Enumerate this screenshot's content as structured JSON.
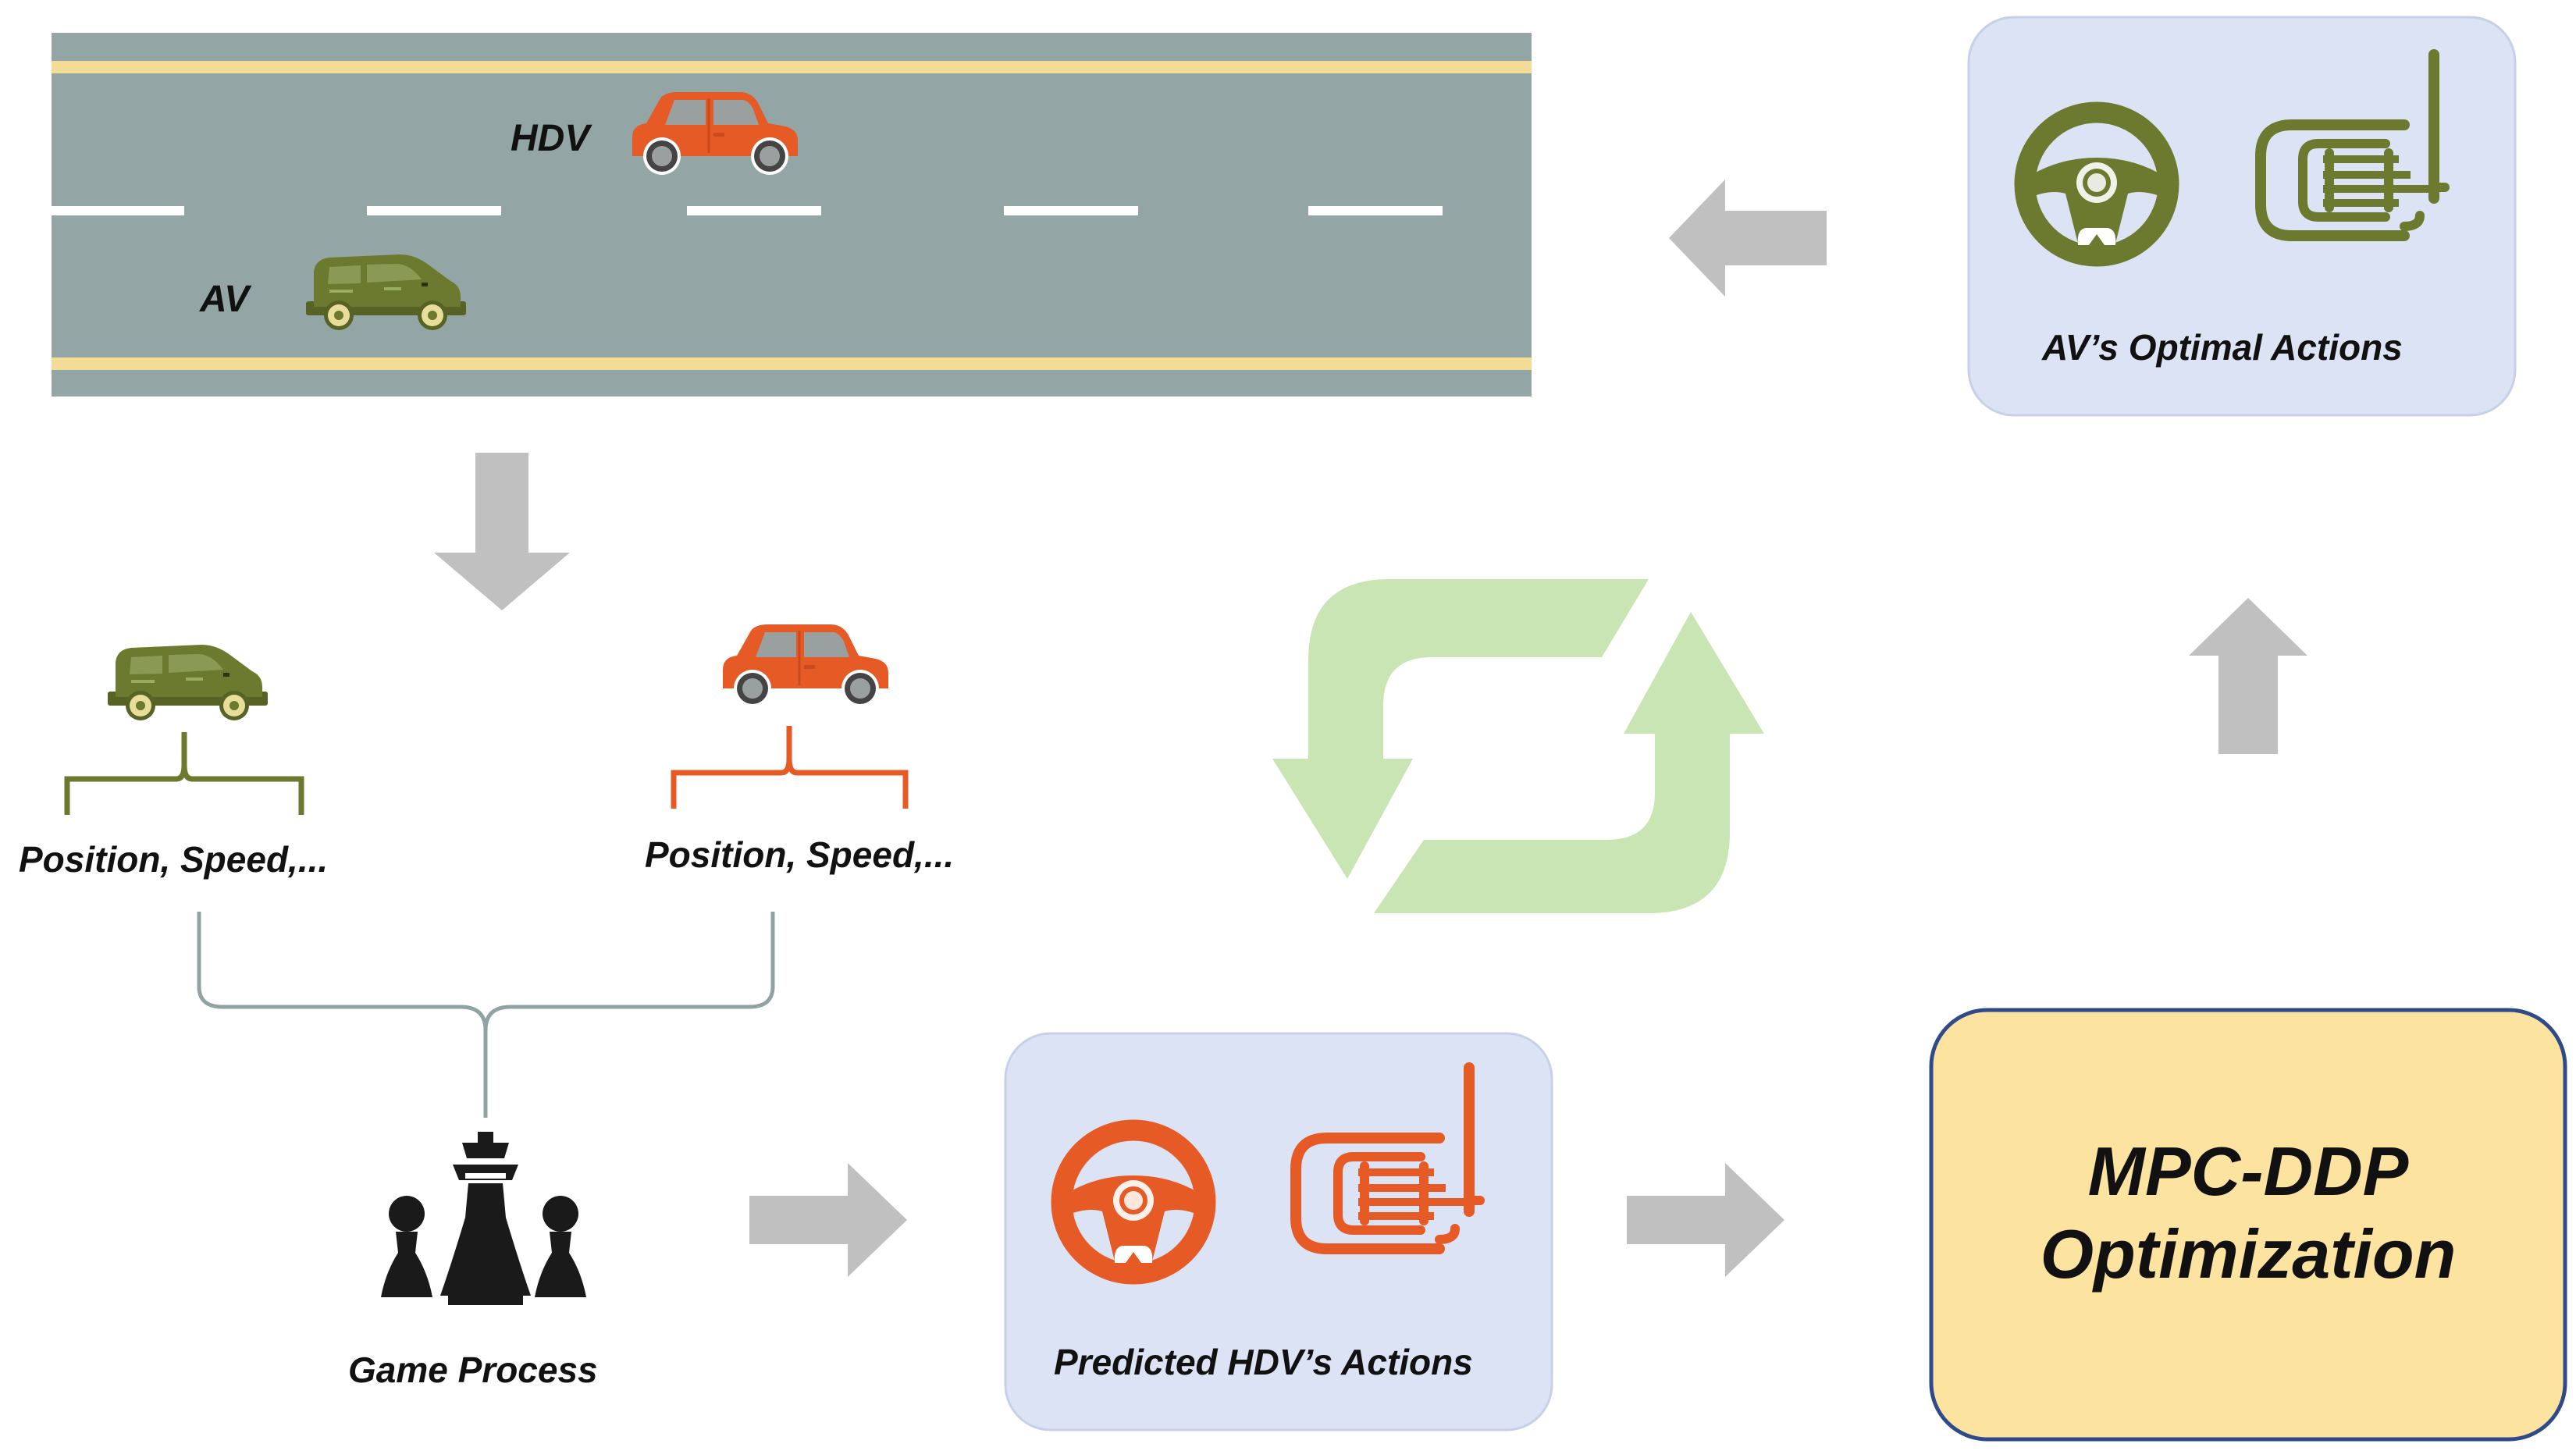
{
  "labels": {
    "hdv": "HDV",
    "av": "AV",
    "av_state": "Position, Speed,...",
    "hdv_state": "Position, Speed,...",
    "game_process": "Game Process",
    "predicted_actions": "Predicted HDV’s Actions",
    "optimal_actions": "AV’s Optimal Actions",
    "mpc_line1": "MPC-DDP",
    "mpc_line2": "Optimization"
  },
  "icons": {
    "av_vehicle": "minivan-icon",
    "hdv_vehicle": "hatchback-car-icon",
    "game": "chess-pieces-icon",
    "steering": "steering-wheel-icon",
    "pedals": "pedal-icon",
    "loop": "refresh-cycle-icon"
  },
  "colors": {
    "av": "#6b7a2e",
    "hdv": "#e65a26",
    "road": "#93a5a5",
    "road_edge": "#f2dc96",
    "arrow": "#c0c0c0",
    "cycle": "#c9e5b3",
    "panel": "#dbe3f4",
    "mpc_fill": "#fde3a0",
    "mpc_border": "#2f4a8a"
  }
}
